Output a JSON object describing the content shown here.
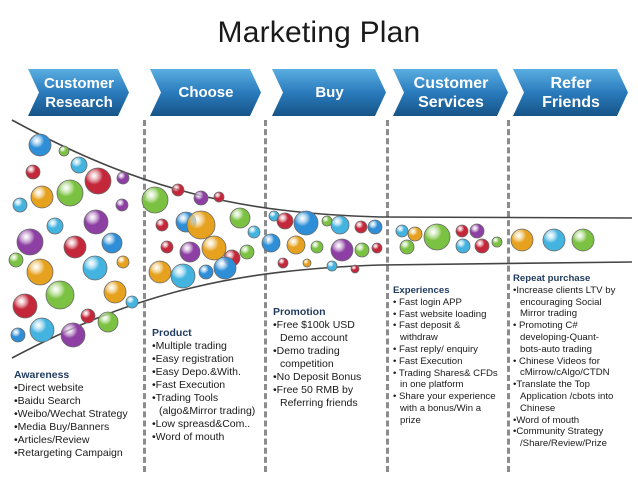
{
  "title": "Marketing Plan",
  "stages": [
    {
      "line1": "Customer",
      "line2": "Research"
    },
    {
      "line1": "Choose",
      "line2": ""
    },
    {
      "line1": "Buy",
      "line2": ""
    },
    {
      "line1": "Customer",
      "line2": "Services"
    },
    {
      "line1": "Refer",
      "line2": "Friends"
    }
  ],
  "colors": {
    "stage_dark": "#1a5a8c",
    "stage_light": "#4d9dd2",
    "divider": "#8c8c8c",
    "heading": "#1f3a5f",
    "bubbles": [
      "#2e8fd8",
      "#7cc242",
      "#c4273a",
      "#e6a21e",
      "#8d3fa3",
      "#43b3e0"
    ]
  },
  "blocks": {
    "awareness": {
      "heading": "Awareness",
      "items": [
        "•Direct website",
        "•Baidu Search",
        "•Weibo/Wechat Strategy",
        "•Media Buy/Banners",
        "•Articles/Review",
        "•Retargeting  Campaign"
      ]
    },
    "product": {
      "heading": "Product",
      "items": [
        "•Multiple trading",
        "•Easy registration",
        "•Easy Depo.&With.",
        "•Fast Execution",
        "•Trading Tools",
        "  (algo&Mirror trading)",
        "•Low spreasd&Com..",
        "•Word  of mouth"
      ]
    },
    "promotion": {
      "heading": "Promotion",
      "items": [
        "•Free $100k USD",
        "  Demo account",
        "•Demo trading",
        "  competition",
        "•No Deposit Bonus",
        "•Free 50 RMB by",
        "  Referring  friends"
      ]
    },
    "experiences": {
      "heading": "Experiences",
      "items": [
        "• Fast login APP",
        "• Fast website loading",
        "• Fast deposit &",
        "  withdraw",
        "• Fast reply/ enquiry",
        "• Fast Execution",
        "• Trading Shares& CFDs",
        "  in one platform",
        "• Share your experience",
        "  with a bonus/Win a",
        "  prize"
      ]
    },
    "repeat": {
      "heading": "Repeat purchase",
      "items": [
        "•Increase clients LTV by",
        "  encouraging Social",
        "  Mirror trading",
        "• Promoting C#",
        "  developing-Quant-",
        "  bots-auto trading",
        "• Chinese Videos for",
        "  cMirrow/cAlgo/CTDN",
        "•Translate the Top",
        "  Application /cbots into",
        "  Chinese",
        "•Word of mouth",
        "•Community Strategy",
        "  /Share/Review/Prize"
      ]
    }
  }
}
